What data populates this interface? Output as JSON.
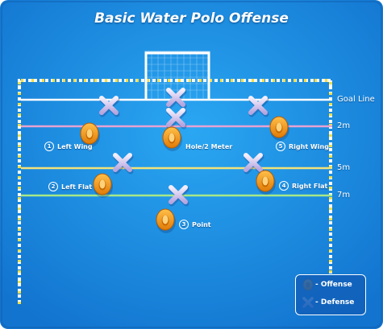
{
  "title": "Basic Water Polo Offense",
  "lines": {
    "goal_line": "Goal Line",
    "two_m": "2m",
    "five_m": "5m",
    "seven_m": "7m"
  },
  "positions": [
    {
      "number": "1",
      "name": "Left Wing"
    },
    {
      "number": "2",
      "name": "Left Flat"
    },
    {
      "number": "3",
      "name": "Point"
    },
    {
      "number": "4",
      "name": "Right Flat"
    },
    {
      "number": "5",
      "name": "Right Wing"
    },
    {
      "name": "Hole/2 Meter"
    }
  ],
  "legend": {
    "offense_label": "- Offense",
    "defense_label": "- Defense"
  },
  "colors": {
    "pool_blue": "#1a8fe6",
    "offense_orange": "#f39a17",
    "defense_lavender": "#d9c9f0",
    "two_m_line": "#e6a2d2",
    "five_m_line": "#f2e27a",
    "seven_m_line": "#a6e888"
  },
  "markers": {
    "offense_symbol": "O",
    "defense_symbol": "X"
  }
}
